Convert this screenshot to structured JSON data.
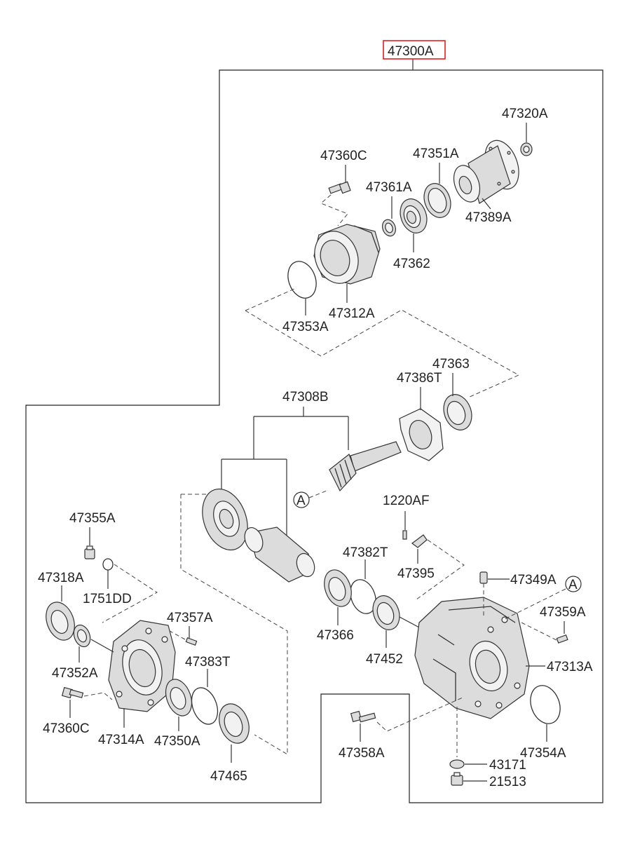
{
  "assembly": {
    "part_number": "47300A",
    "highlight_color": "#e02020"
  },
  "labels": {
    "p47320A": "47320A",
    "p47360C_top": "47360C",
    "p47351A": "47351A",
    "p47361A": "47361A",
    "p47389A": "47389A",
    "p47362": "47362",
    "p47312A": "47312A",
    "p47353A": "47353A",
    "p47363": "47363",
    "p47386T": "47386T",
    "p47308B": "47308B",
    "p1220AF": "1220AF",
    "p47355A": "47355A",
    "p47382T": "47382T",
    "p47395": "47395",
    "p47349A": "47349A",
    "p47318A": "47318A",
    "p1751DD": "1751DD",
    "p47366": "47366",
    "p47359A": "47359A",
    "p47357A": "47357A",
    "p47452": "47452",
    "p47313A": "47313A",
    "p47352A": "47352A",
    "p47383T": "47383T",
    "p47360C_bottom": "47360C",
    "p47314A": "47314A",
    "p47350A": "47350A",
    "p47358A": "47358A",
    "p47354A": "47354A",
    "p47465": "47465",
    "p43171": "43171",
    "p21513": "21513"
  },
  "reference_markers": {
    "a_left": "A",
    "a_right": "A"
  }
}
